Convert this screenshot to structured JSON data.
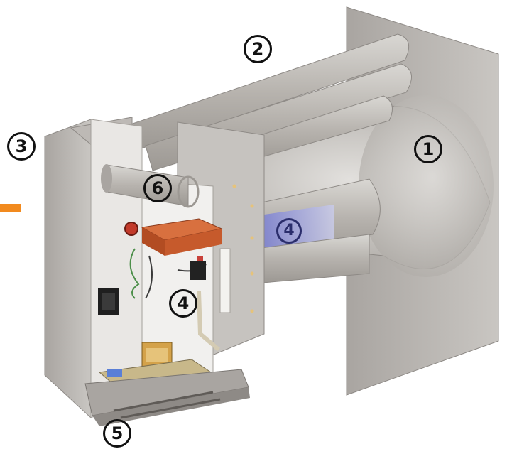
{
  "callouts": {
    "c1": "1",
    "c2": "2",
    "c3": "3",
    "c4_tube": "4",
    "c4_inner": "4",
    "c5": "5",
    "c6": "6"
  },
  "colors": {
    "panel": "#b8b4b0",
    "panel_dark": "#8e8a86",
    "tube": "#c4c1bd",
    "arrow": "#f28a1e",
    "transformer": "#c8542a",
    "pcb": "#c8b88a",
    "blue_highlight": "#8a8fd6"
  }
}
